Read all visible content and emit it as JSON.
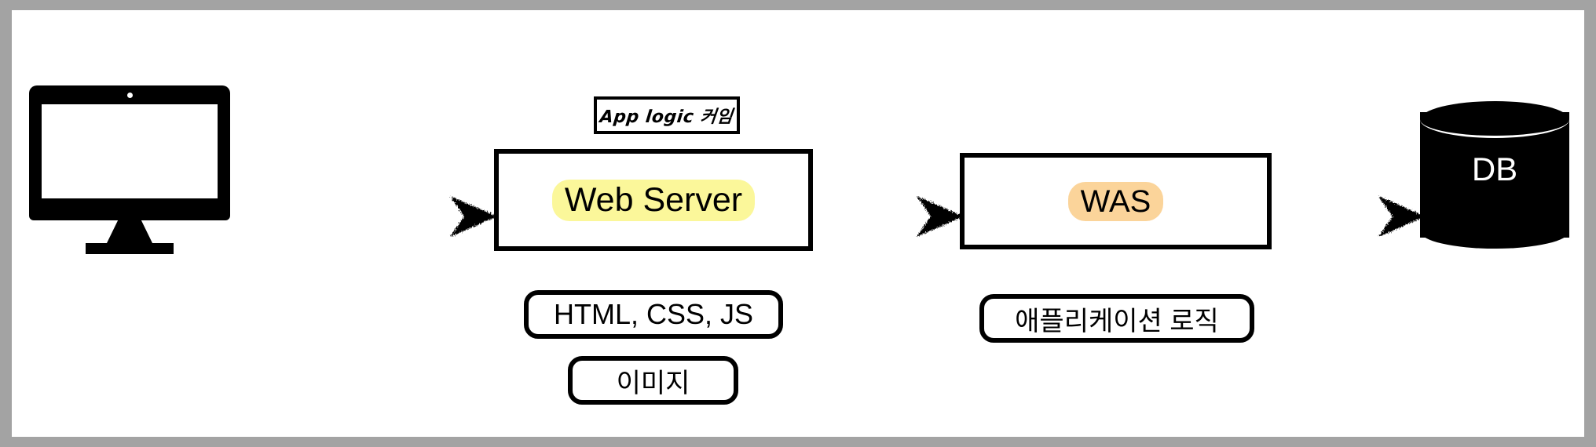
{
  "canvas": {
    "frame_color": "#a3a3a3",
    "background_color": "#ffffff",
    "stroke_color": "#000000"
  },
  "nodes": {
    "client": {
      "icon": "desktop-monitor-icon",
      "label": ""
    },
    "web_server": {
      "label": "Web Server",
      "highlight_color": "#fbf79a"
    },
    "was": {
      "label": "WAS",
      "highlight_color": "#fbd49a"
    },
    "database": {
      "label": "DB",
      "shape": "cylinder",
      "fill_color": "#000000",
      "text_color": "#ffffff"
    }
  },
  "annotations": {
    "app_logic_note": "App logic 커임",
    "web_server_assets": "HTML, CSS, JS",
    "web_server_images": "이미지",
    "was_logic": "애플리케이션 로직"
  },
  "arrows": [
    {
      "name": "client-to-web-server",
      "from": "client",
      "to": "web_server",
      "direction": "right",
      "style": "sketchy"
    },
    {
      "name": "web-server-to-was",
      "from": "web_server",
      "to": "was",
      "direction": "right",
      "style": "sketchy"
    },
    {
      "name": "was-to-db",
      "from": "was",
      "to": "database",
      "direction": "right",
      "style": "sketchy"
    }
  ]
}
